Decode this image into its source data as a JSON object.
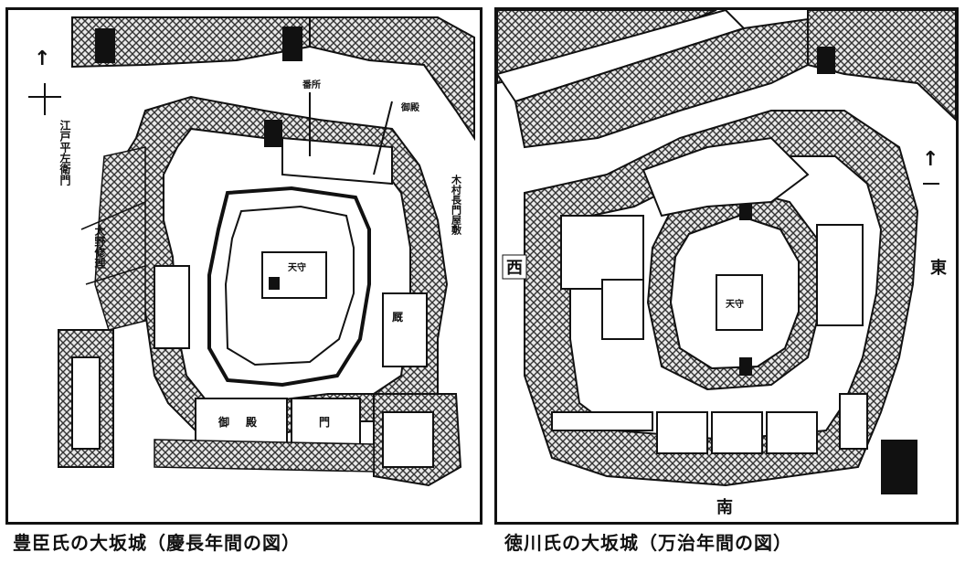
{
  "left_map": {
    "caption": "豊臣氏の大坂城（慶長年間の図）",
    "labels": {
      "tenshu": "天守",
      "vertical_long": "江戸平左衛門",
      "vertical_mid": "大野修理",
      "vertical_right": "木村長門屋敷",
      "gate_top": "番所",
      "gate_top_right": "御殿",
      "east_hall": "厩",
      "south_a": "御",
      "south_b": "殿",
      "south_c": "門"
    }
  },
  "right_map": {
    "caption": "徳川氏の大坂城（万治年間の図）",
    "labels": {
      "west": "西",
      "east": "東",
      "south": "南",
      "tenshu": "天守"
    }
  },
  "colors": {
    "ink": "#111111",
    "hatch": "#333333",
    "paper": "#ffffff"
  }
}
